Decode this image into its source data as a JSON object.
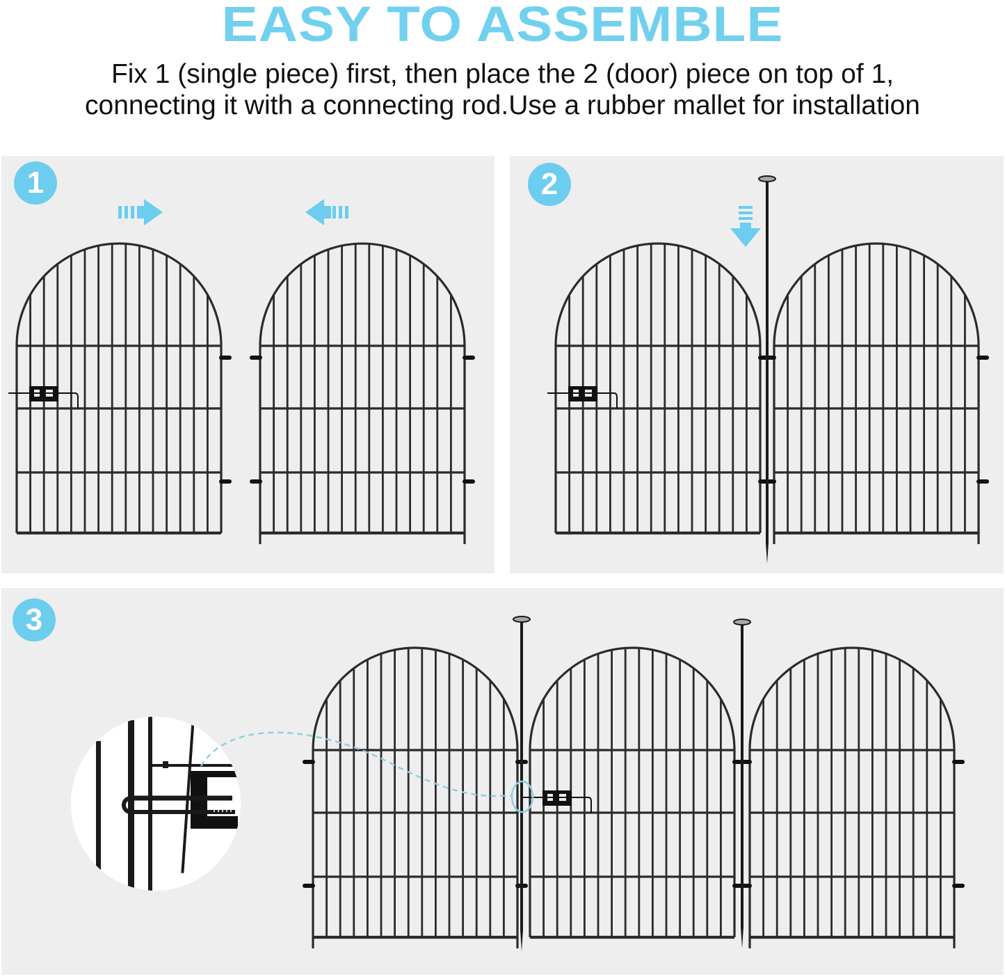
{
  "header": {
    "title": "EASY TO ASSEMBLE",
    "instruction_line1": "Fix 1 (single piece) first, then place the 2 (door) piece on top of 1,",
    "instruction_line2": "connecting it with a connecting rod.Use a rubber mallet for installation"
  },
  "colors": {
    "accent": "#72d0ef",
    "badge": "#6ccdef",
    "panel_bg": "#eeeeee",
    "fence": "#2b2b2b",
    "text": "#111111",
    "zoom_circle": "#ffffff",
    "callout_line": "#8fcfe0"
  },
  "steps": [
    {
      "number": "1",
      "description": "Door piece and single piece slide toward each other",
      "arrows": [
        "arrow-right",
        "arrow-left"
      ],
      "pieces": [
        "door-piece",
        "single-piece"
      ]
    },
    {
      "number": "2",
      "description": "Connecting rod inserted downward between the two pieces",
      "arrows": [
        "arrow-down"
      ],
      "pieces": [
        "door-piece",
        "single-piece",
        "connecting-rod"
      ]
    },
    {
      "number": "3",
      "description": "Three assembled panels with connecting rods and latch detail zoom",
      "arrows": [],
      "pieces": [
        "single-piece",
        "door-piece",
        "single-piece",
        "connecting-rod",
        "connecting-rod",
        "latch-zoom"
      ]
    }
  ]
}
